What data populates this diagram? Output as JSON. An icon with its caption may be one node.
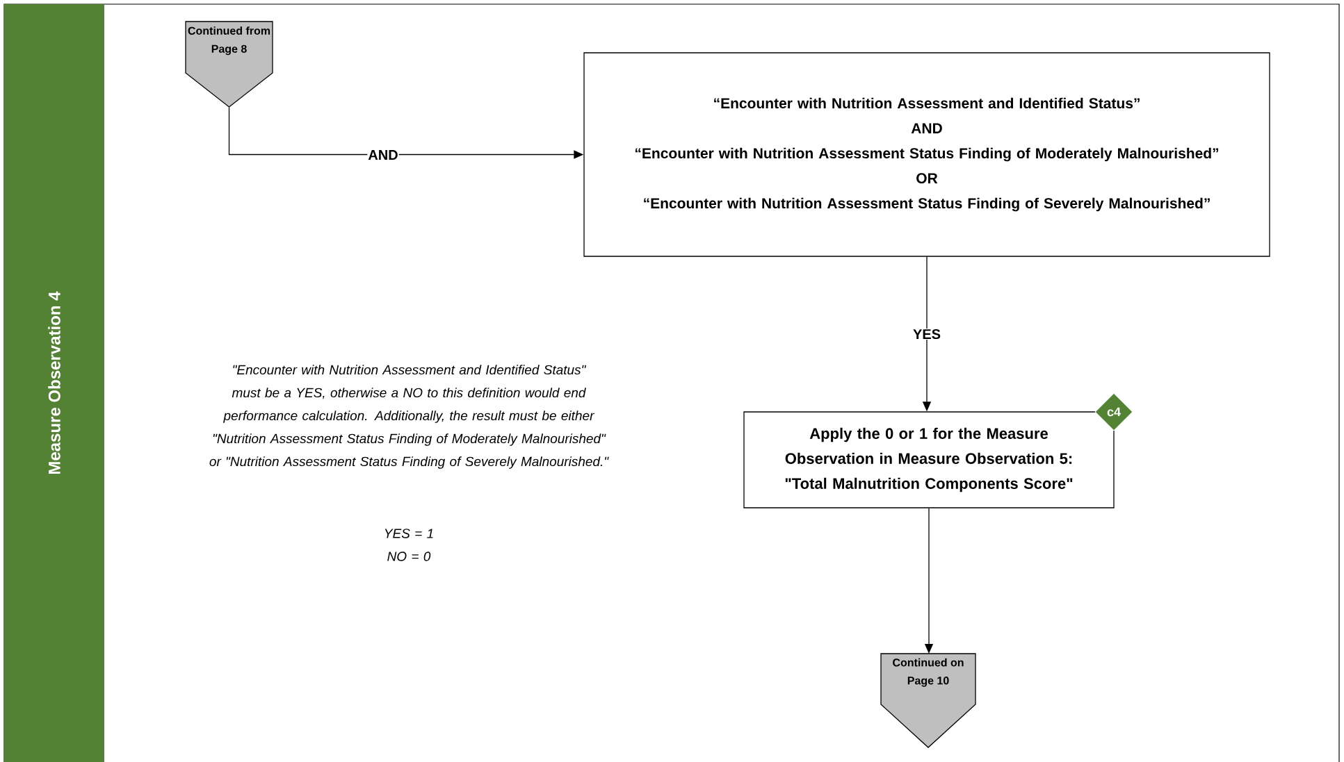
{
  "diagram": {
    "nodes": [
      {
        "text": [
          "Measure Observation 4"
        ]
      },
      {
        "text": [
          "Continued from Page 8"
        ]
      },
      {
        "text": [
          "“Encounter with Nutrition Assessment and Identified Status”",
          "AND",
          "“Encounter with Nutrition Assessment Status Finding of Moderately Malnourished”",
          "OR",
          "“Encounter with Nutrition Assessment Status Finding of Severely Malnourished”"
        ]
      },
      {
        "text": [
          "Apply the 0 or 1 for the Measure Observation in Measure Observation 5: \"Total Malnutrition Components Score\""
        ]
      },
      {
        "text": [
          "c4"
        ]
      },
      {
        "text": [
          "Continued on Page 10"
        ]
      }
    ],
    "edges": [
      {
        "from": 1,
        "to": 2,
        "arrow": "to",
        "label": "AND"
      },
      {
        "from": 2,
        "to": 3,
        "arrow": "to",
        "label": "YES"
      },
      {
        "from": 3,
        "to": 5,
        "arrow": "to"
      }
    ],
    "labels": [
      "\"Encounter with Nutrition Assessment and Identified Status\" must be a YES, otherwise a NO to this definition would end performance calculation.  Additionally, the result must be either \"Nutrition Assessment Status Finding of Moderately Malnourished\" or \"Nutrition Assessment Status Finding of Severely Malnourished.\"",
      "YES = 1",
      "NO = 0"
    ]
  }
}
